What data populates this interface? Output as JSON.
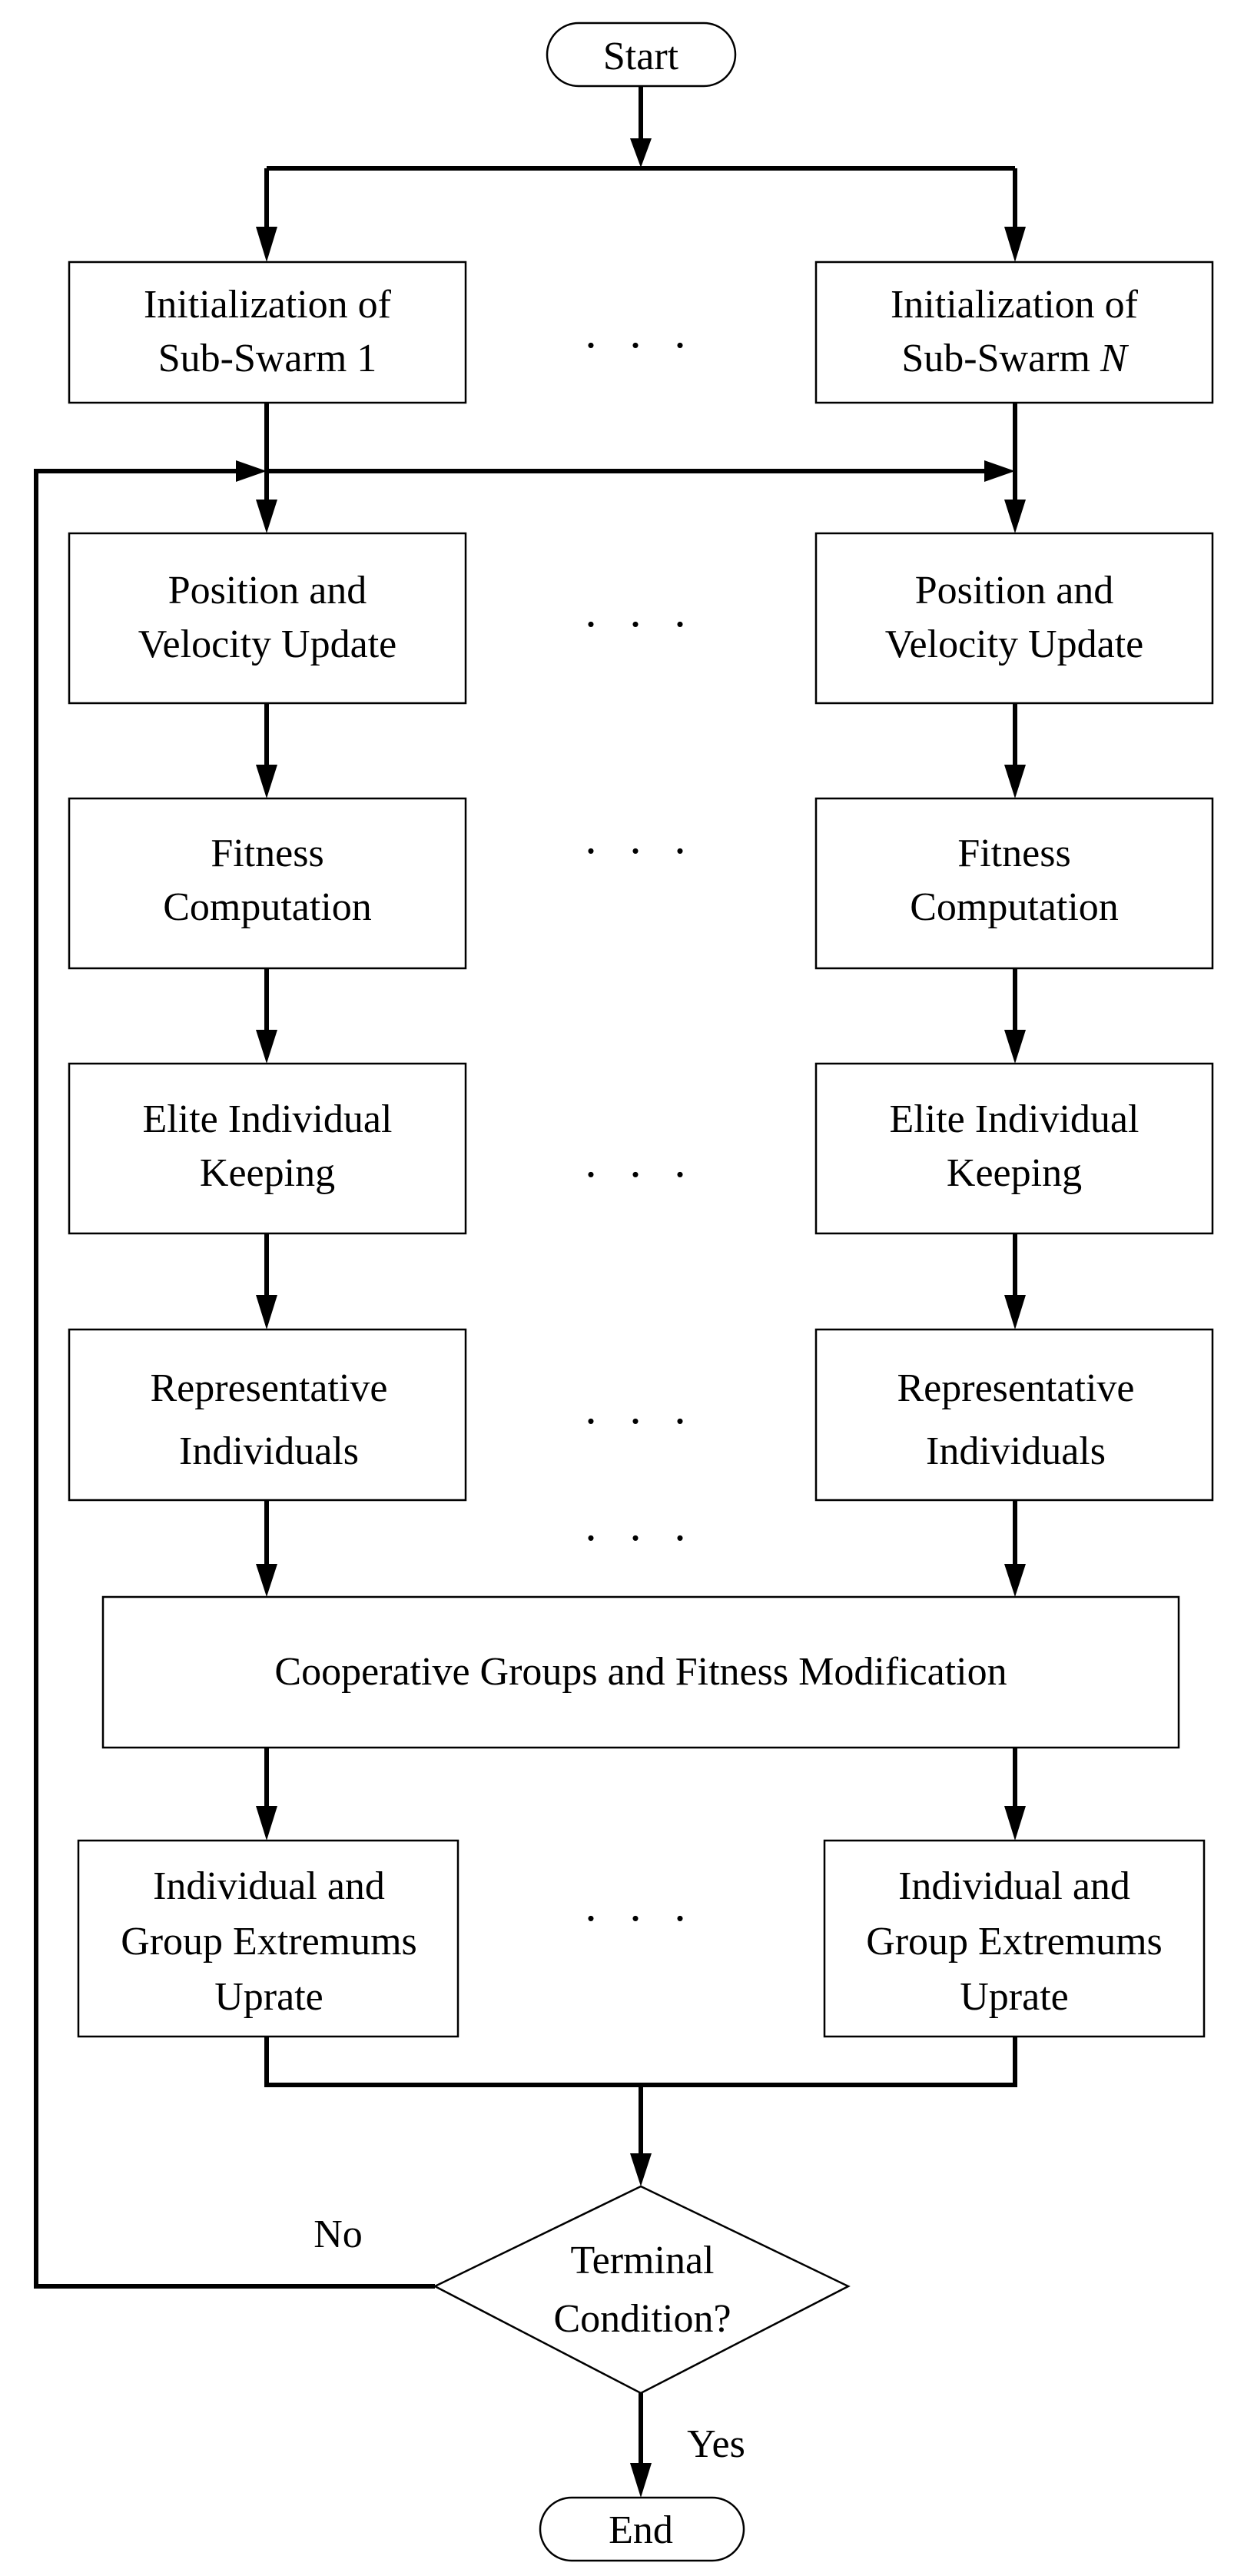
{
  "start": "Start",
  "end": "End",
  "ellipsis": ". . .",
  "init_left": [
    "Initialization of",
    "Sub-Swarm 1"
  ],
  "init_right": [
    "Initialization of",
    "Sub-Swarm",
    "N"
  ],
  "position_update": [
    "Position and",
    "Velocity Update"
  ],
  "fitness": [
    "Fitness",
    "Computation"
  ],
  "elite": [
    "Elite Individual",
    "Keeping"
  ],
  "representative": [
    "Representative",
    "Individuals"
  ],
  "cooperative": "Cooperative Groups and Fitness Modification",
  "extremums": [
    "Individual and",
    "Group Extremums",
    "Uprate"
  ],
  "decision": [
    "Terminal",
    "Condition?"
  ],
  "no_label": "No",
  "yes_label": "Yes"
}
